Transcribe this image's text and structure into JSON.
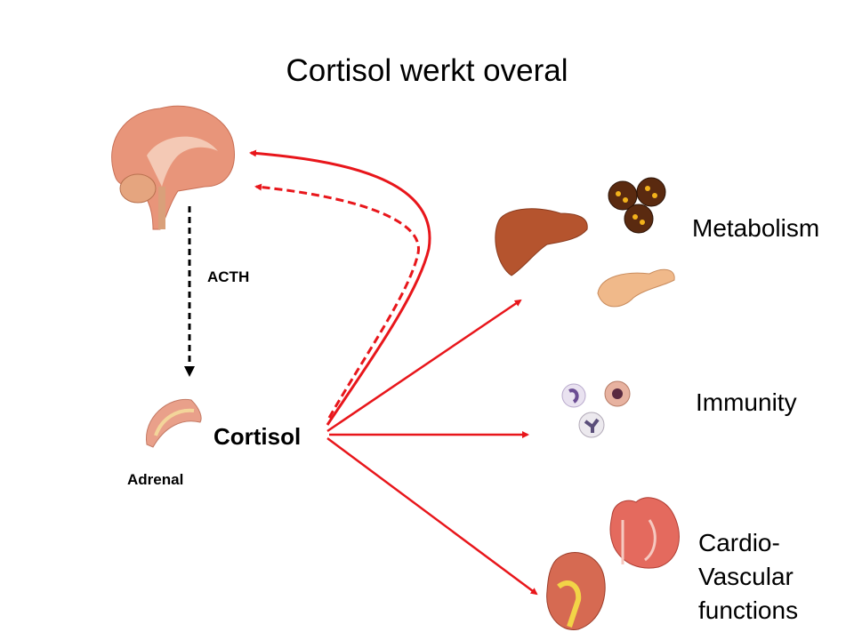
{
  "title": "Cortisol werkt overal",
  "labels": {
    "acth": "ACTH",
    "adrenal": "Adrenal",
    "cortisol": "Cortisol",
    "metabolism": "Metabolism",
    "immunity": "Immunity",
    "cardio_lines": [
      "Cardio-",
      "Vascular",
      "functions"
    ]
  },
  "colors": {
    "arrow_red": "#e8161b",
    "arrow_black": "#000000"
  }
}
